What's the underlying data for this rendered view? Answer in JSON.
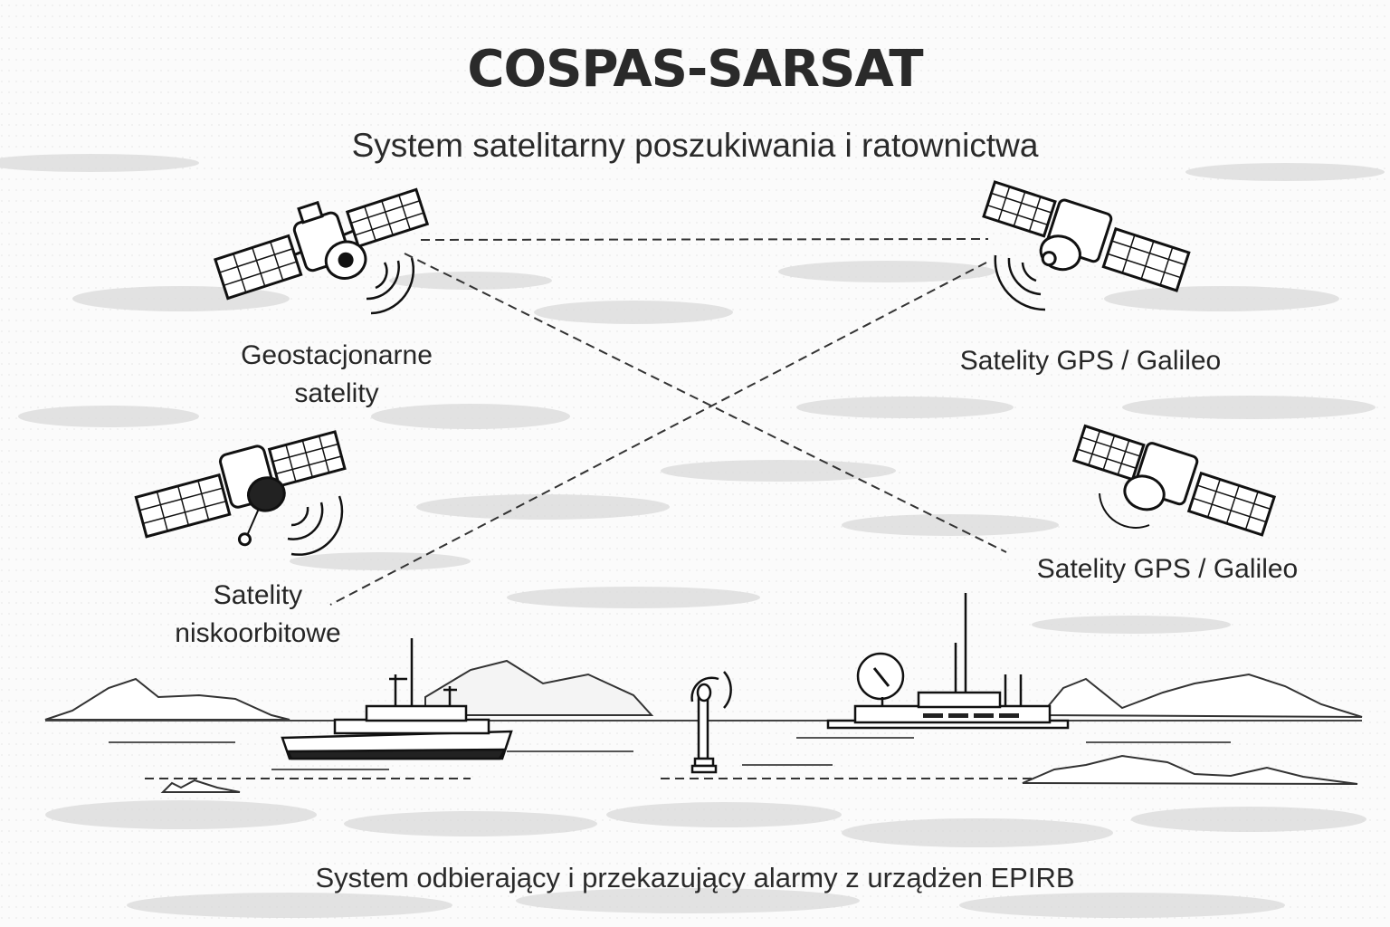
{
  "header": {
    "title": "COSPAS-SARSAT",
    "subtitle": "System satelitarny poszukiwania i ratownictwa"
  },
  "satellites": [
    {
      "id": "geo",
      "label_line1": "Geostacjonarne",
      "label_line2": "satelity",
      "icon": "satellite-icon"
    },
    {
      "id": "gnss-upper",
      "label_line1": "Satelity GPS / Galileo",
      "icon": "satellite-icon"
    },
    {
      "id": "leo",
      "label_line1": "Satelity",
      "label_line2": "niskoorbitowe",
      "icon": "satellite-icon"
    },
    {
      "id": "gnss-lower",
      "label_line1": "Satelity GPS / Galileo",
      "icon": "satellite-icon"
    }
  ],
  "ground": {
    "ship": "ship-icon",
    "beacon": "epirb-beacon-icon",
    "station": "ground-station-icon"
  },
  "footer": {
    "caption": "System odbierający i przekazujący alarmy z urządżen EPIRB"
  },
  "colors": {
    "ink": "#222222",
    "background": "#fbfbfb",
    "texture": "#d4d4d4"
  }
}
